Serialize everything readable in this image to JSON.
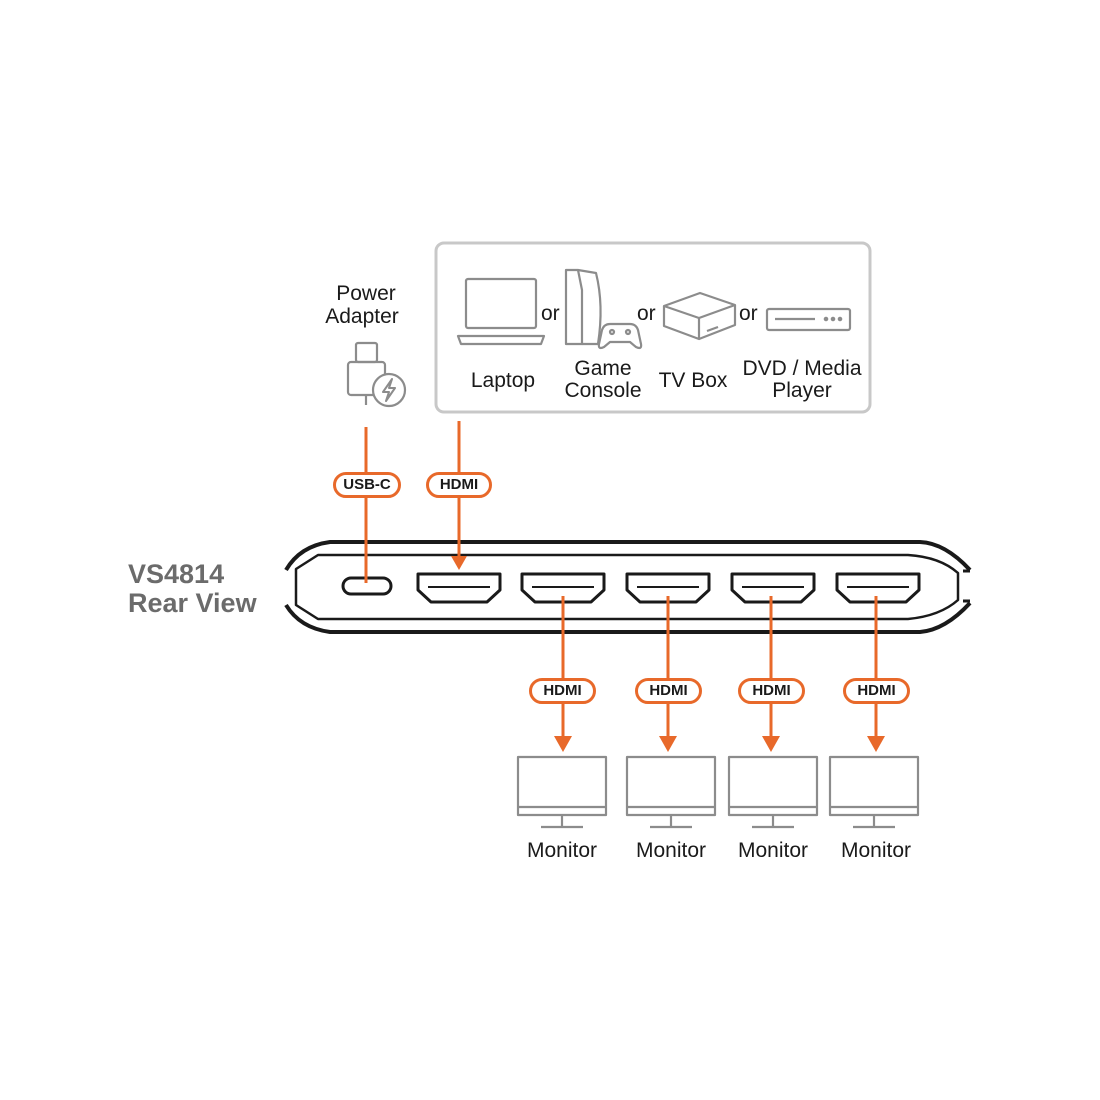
{
  "device": {
    "model": "VS4814",
    "view": "Rear View"
  },
  "power": {
    "label_line1": "Power",
    "label_line2": "Adapter",
    "connector": "USB-C"
  },
  "sources": {
    "or_word": "or",
    "items": [
      {
        "icon": "laptop-icon",
        "line1": "Laptop",
        "line2": ""
      },
      {
        "icon": "game-console-icon",
        "line1": "Game",
        "line2": "Console"
      },
      {
        "icon": "tv-box-icon",
        "line1": "TV Box",
        "line2": ""
      },
      {
        "icon": "dvd-player-icon",
        "line1": "DVD / Media",
        "line2": "Player"
      }
    ],
    "connector": "HDMI"
  },
  "outputs": [
    {
      "connector": "HDMI",
      "label": "Monitor"
    },
    {
      "connector": "HDMI",
      "label": "Monitor"
    },
    {
      "connector": "HDMI",
      "label": "Monitor"
    },
    {
      "connector": "HDMI",
      "label": "Monitor"
    }
  ],
  "colors": {
    "accent": "#e8692a",
    "outline": "#1a1a1a",
    "icon_gray": "#8c8c8c",
    "box_gray": "#c8c8c8",
    "title_gray": "#6b6b6b"
  }
}
